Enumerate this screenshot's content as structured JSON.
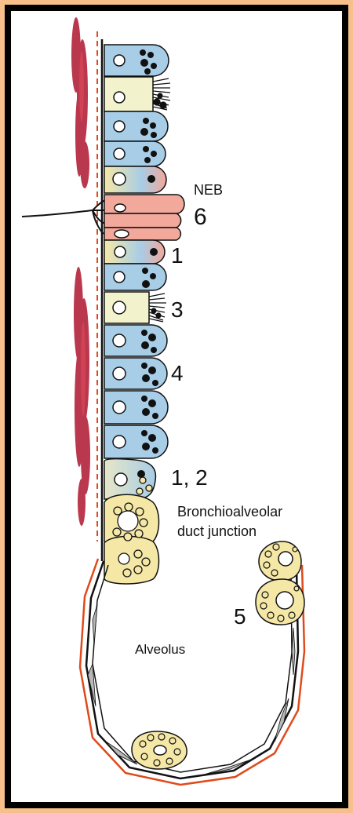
{
  "labels": {
    "neb": "NEB",
    "label_6": "6",
    "label_1": "1",
    "label_3": "3",
    "label_4": "4",
    "label_1_2": "1, 2",
    "junction_line1": "Bronchioalveolar",
    "junction_line2": "duct junction",
    "label_5": "5",
    "alveolus": "Alveolus"
  },
  "colors": {
    "frame": "#000000",
    "border_bg": "#f7c08a",
    "panel": "#ffffff",
    "ciliated_cell": "#f2f2cc",
    "secretory_cell": "#a8cde6",
    "neb_cell": "#f2a89a",
    "type2_cell": "#f5e8a6",
    "vessel": "#b5283f",
    "basement_line": "#e04a1a",
    "alveolar_wall": "#b8b8b8"
  }
}
